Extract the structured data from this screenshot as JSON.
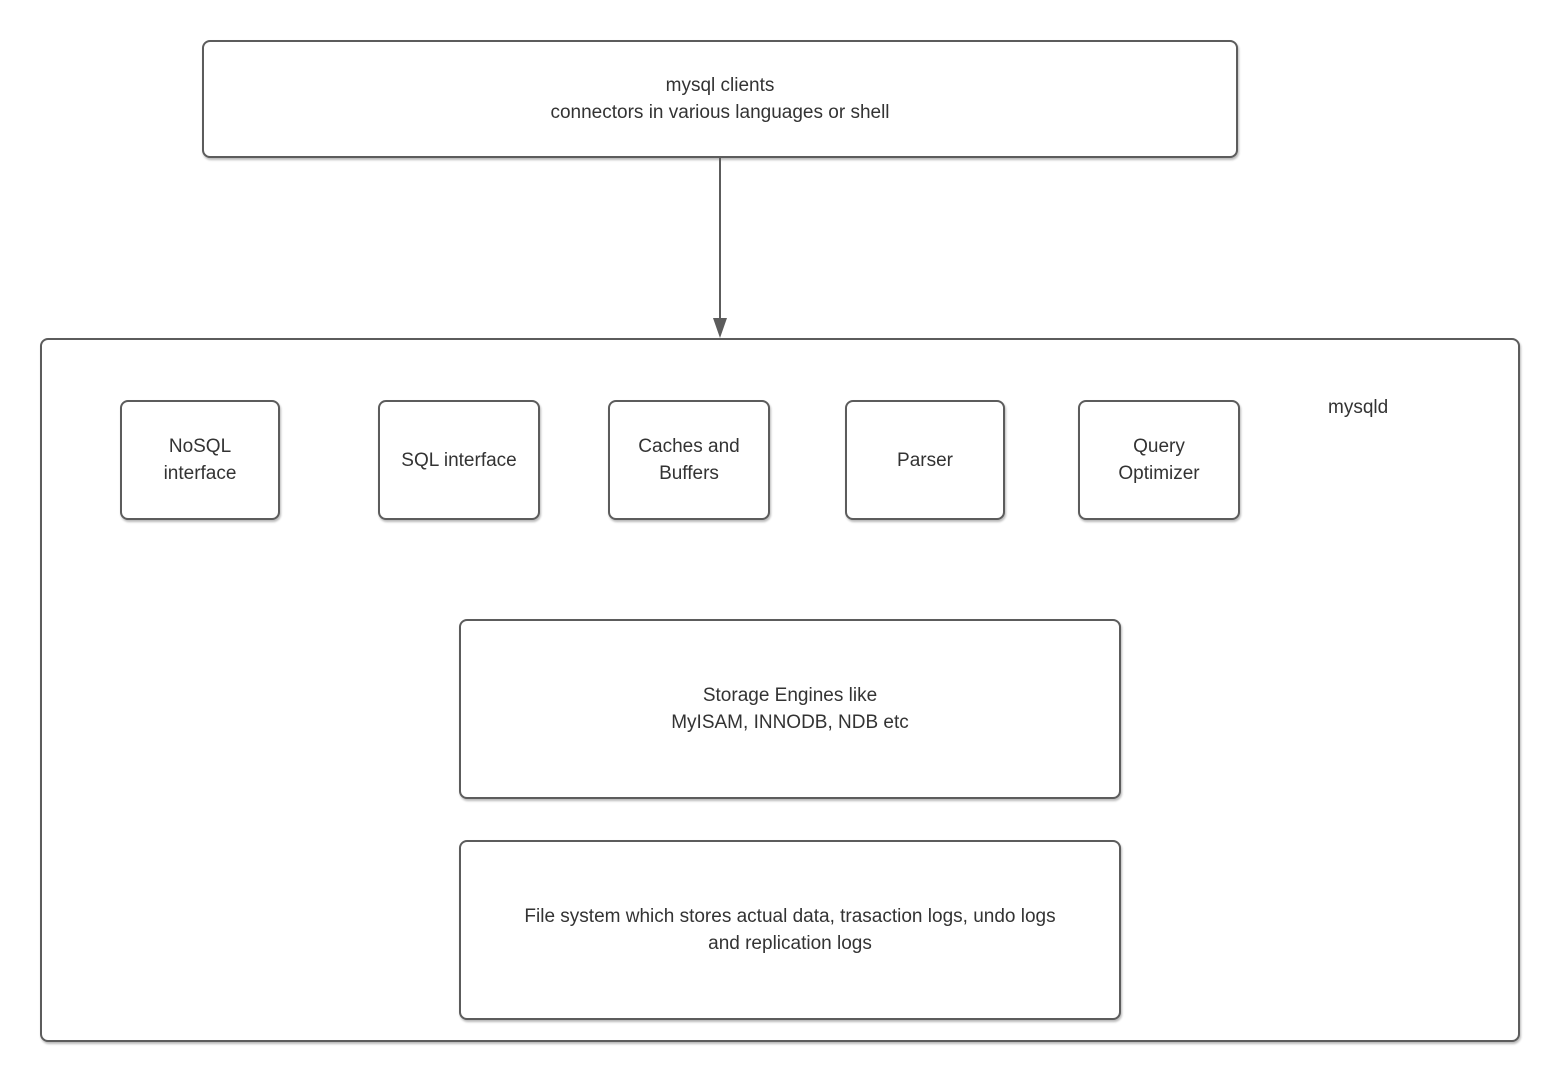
{
  "colors": {
    "background": "#ffffff",
    "border": "#5c5c5c",
    "text": "#333333"
  },
  "diagram": {
    "clients_box": {
      "label": "mysql clients\nconnectors in various languages or shell"
    },
    "flow_arrow": {
      "from": "clients-box",
      "to": "mysqld-container"
    },
    "mysqld_container": {
      "label": "mysqld"
    },
    "components": [
      {
        "label": "NoSQL\ninterface"
      },
      {
        "label": "SQL interface"
      },
      {
        "label": "Caches and\nBuffers"
      },
      {
        "label": "Parser"
      },
      {
        "label": "Query\nOptimizer"
      }
    ],
    "storage_box": {
      "label": "Storage Engines like\nMyISAM, INNODB, NDB etc"
    },
    "filesystem_box": {
      "label": "File system which stores actual data, trasaction logs, undo logs\nand replication logs"
    }
  }
}
